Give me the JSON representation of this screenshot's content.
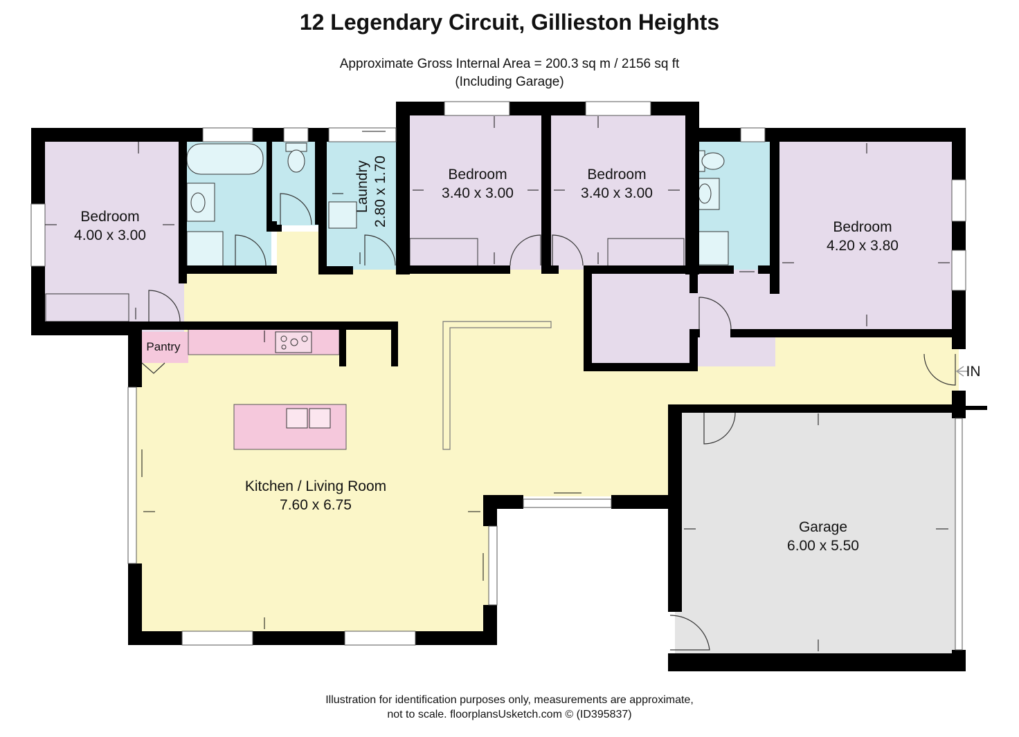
{
  "title": "12 Legendary Circuit, Gillieston Heights",
  "area_line": "Approximate Gross Internal Area = 200.3 sq m / 2156 sq ft",
  "area_note": "(Including Garage)",
  "footer_line1": "Illustration for identification purposes only, measurements are approximate,",
  "footer_line2": "not to scale. floorplansUsketch.com © (ID395837)",
  "rooms": {
    "bedroom_w": {
      "name": "Bedroom",
      "dims": "4.00 x 3.00"
    },
    "bedroom_2": {
      "name": "Bedroom",
      "dims": "3.40 x 3.00"
    },
    "bedroom_3": {
      "name": "Bedroom",
      "dims": "3.40 x 3.00"
    },
    "bedroom_e": {
      "name": "Bedroom",
      "dims": "4.20 x 3.80"
    },
    "laundry": {
      "name": "Laundry",
      "dims": "2.80 x 1.70"
    },
    "pantry": {
      "name": "Pantry"
    },
    "kitchen": {
      "name": "Kitchen / Living Room",
      "dims": "7.60 x 6.75"
    },
    "garage": {
      "name": "Garage",
      "dims": "6.00 x 5.50"
    }
  },
  "entry_label": "IN",
  "colors": {
    "bedroom": "#e6dbeb",
    "wet": "#c3e8ee",
    "living": "#fbf6c8",
    "garage": "#e4e4e4",
    "bench": "#f5c8dc",
    "wall": "#000000"
  }
}
